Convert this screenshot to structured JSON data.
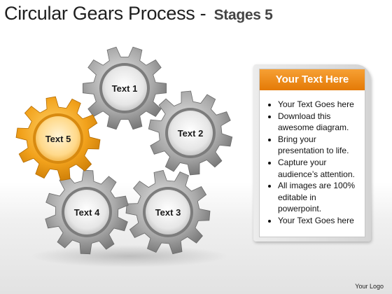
{
  "title": {
    "main": "Circular Gears Process - ",
    "sub": "Stages 5"
  },
  "gears": [
    {
      "label": "Text 1",
      "color": "gray"
    },
    {
      "label": "Text 2",
      "color": "gray"
    },
    {
      "label": "Text 3",
      "color": "gray"
    },
    {
      "label": "Text 4",
      "color": "gray"
    },
    {
      "label": "Text 5",
      "color": "orange"
    }
  ],
  "panel": {
    "header": "Your Text Here",
    "header_color": "#f0900f",
    "bullets": [
      "Your Text Goes here",
      "Download this awesome diagram.",
      "Bring your presentation to life.",
      "Capture your audience’s attention.",
      "All images are 100% editable in powerpoint.",
      "Your Text Goes here"
    ]
  },
  "logo": "Your Logo"
}
